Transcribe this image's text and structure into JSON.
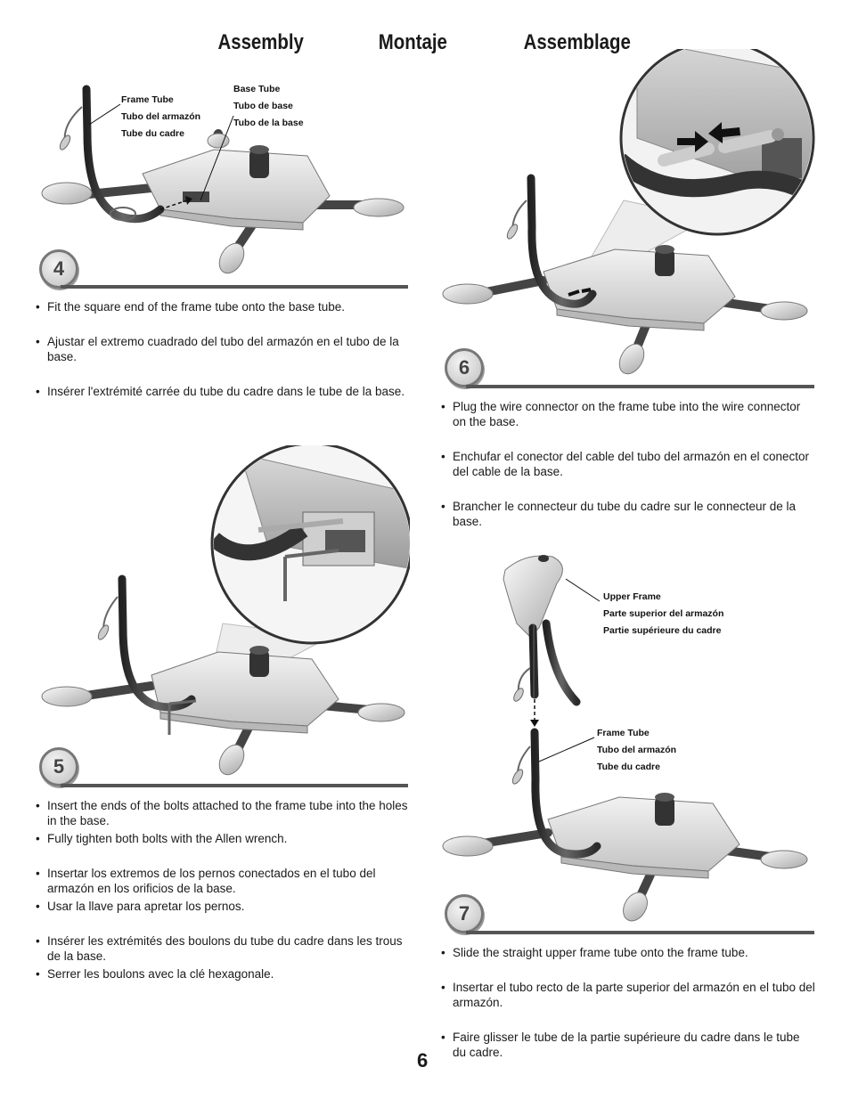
{
  "header": {
    "title_en": "Assembly",
    "title_es": "Montaje",
    "title_fr": "Assemblage"
  },
  "steps": [
    {
      "number": "4",
      "callouts": [
        [
          "Frame Tube",
          "Tubo del armazón",
          "Tube du cadre"
        ],
        [
          "Base Tube",
          "Tubo de base",
          "Tubo de la base"
        ]
      ],
      "groups": [
        [
          "Fit the square end of the frame tube onto the base tube."
        ],
        [
          "Ajustar el extremo cuadrado del tubo del armazón en el tubo de la base."
        ],
        [
          "Insérer l'extrémité carrée du tube du cadre dans le tube de la base."
        ]
      ]
    },
    {
      "number": "5",
      "groups": [
        [
          "Insert the ends of the bolts attached to the frame tube into the holes in the base.",
          "Fully tighten both bolts with the Allen wrench."
        ],
        [
          "Insertar los extremos de los pernos conectados en el tubo del armazón en los orificios de la base.",
          "Usar la llave para apretar los pernos."
        ],
        [
          "Insérer les extrémités des boulons du tube du cadre dans les trous de la base.",
          "Serrer les boulons avec la clé hexagonale."
        ]
      ]
    },
    {
      "number": "6",
      "groups": [
        [
          "Plug the wire connector on the frame tube into the wire connector on the base."
        ],
        [
          "Enchufar el conector del cable del tubo del armazón en el conector del cable de la base."
        ],
        [
          "Brancher le connecteur du tube du cadre sur le connecteur de la base."
        ]
      ]
    },
    {
      "number": "7",
      "callouts": [
        [
          "Upper Frame",
          "Parte superior del armazón",
          "Partie supérieure du cadre"
        ],
        [
          "Frame Tube",
          "Tubo del armazón",
          "Tube du cadre"
        ]
      ],
      "groups": [
        [
          "Slide the straight upper frame tube onto the frame tube."
        ],
        [
          "Insertar el tubo recto de la parte superior del armazón en el tubo del armazón."
        ],
        [
          "Faire glisser le tube de la partie supérieure du cadre dans le tube du cadre."
        ]
      ]
    }
  ],
  "page": {
    "number": "6"
  },
  "colors": {
    "rule": "#555555",
    "badge_fill": "#d0d0d0",
    "tube": "#3c3c3c",
    "base": "#e6e6e6"
  }
}
